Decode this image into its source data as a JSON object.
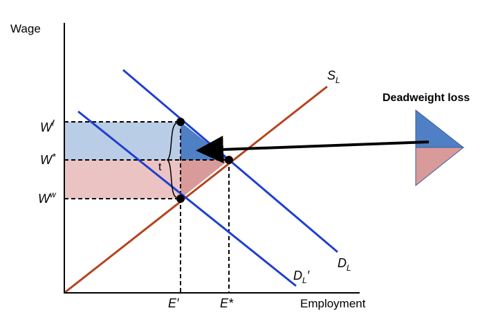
{
  "axes": {
    "y_label": "Wage",
    "x_label": "Employment"
  },
  "curves": {
    "supply": {
      "label": "S",
      "subscript": "L",
      "color": "#b5441e"
    },
    "demand": {
      "label": "D",
      "subscript": "L",
      "color": "#1f3fd0"
    },
    "demand_shifted": {
      "label": "D",
      "subscript": "L",
      "prime": "′",
      "color": "#1f3fd0"
    }
  },
  "wage_levels": {
    "firm": {
      "base": "W",
      "sup": "f"
    },
    "equilibrium": {
      "base": "W",
      "sup": "*"
    },
    "worker": {
      "base": "W",
      "sup": "w"
    }
  },
  "employment_levels": {
    "after_tax": "E′",
    "equilibrium": "E*"
  },
  "tax_label": "t",
  "legend": {
    "title": "Deadweight loss"
  },
  "colors": {
    "firm_area": "#b9cde6",
    "worker_area": "#ecc3c3",
    "dwl_blue": "#4f7fc4",
    "dwl_red": "#d99a9a",
    "arrow": "#000000"
  }
}
